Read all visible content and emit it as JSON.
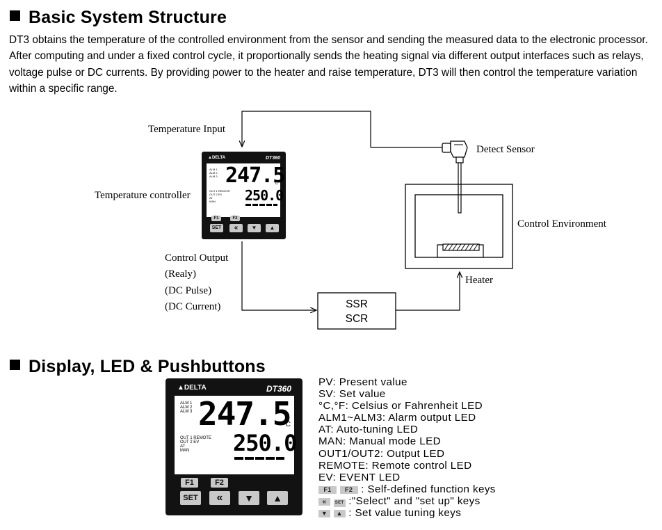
{
  "section1": {
    "title": "Basic System Structure",
    "lines": [
      "DT3 obtains the temperature of the controlled environment from the sensor and sending the measured data to the electronic processor.",
      "After computing and under a fixed control cycle, it proportionally sends the heating signal via different output interfaces such as relays,",
      "voltage pulse or DC currents. By providing power to the heater and raise temperature, DT3 will then control the temperature variation",
      "within a specific range."
    ]
  },
  "diagram": {
    "temperature_input": "Temperature Input",
    "temperature_controller": "Temperature controller",
    "detect_sensor": "Detect Sensor",
    "control_environment": "Control Environment",
    "heater": "Heater",
    "control_output": [
      "Control Output",
      "(Realy)",
      "(DC Pulse)",
      "(DC Current)"
    ],
    "ssr": "SSR",
    "scr": "SCR"
  },
  "controller": {
    "brand": "DELTA",
    "model": "DT360",
    "pv": "247.5",
    "sv": "250.0",
    "unit": "°C",
    "alarm_labels": [
      "ALM 1",
      "ALM 2",
      "ALM 3"
    ],
    "out_labels": [
      "OUT 1  REMOTE",
      "OUT 2  EV",
      "AT",
      "MAN"
    ],
    "keys": {
      "f1": "F1",
      "f2": "F2",
      "set": "SET",
      "shift": "«",
      "down": "▼",
      "up": "▲"
    }
  },
  "section2": {
    "title": "Display, LED & Pushbuttons",
    "legend": [
      "PV: Present value",
      "SV: Set value",
      "°C,°F: Celsius or Fahrenheit LED",
      "ALM1~ALM3: Alarm output LED",
      "AT: Auto-tuning LED",
      "MAN: Manual mode LED",
      "OUT1/OUT2: Output LED",
      "REMOTE: Remote control LED",
      "EV: EVENT LED"
    ],
    "legend_keys": [
      {
        "keys": [
          "F1",
          "F2"
        ],
        "text": ": Self-defined function keys"
      },
      {
        "keys": [
          "«",
          "SET"
        ],
        "text": ":\"Select\" and \"set up\" keys"
      },
      {
        "keys": [
          "▼",
          "▲"
        ],
        "text": ": Set value tuning keys"
      }
    ]
  }
}
